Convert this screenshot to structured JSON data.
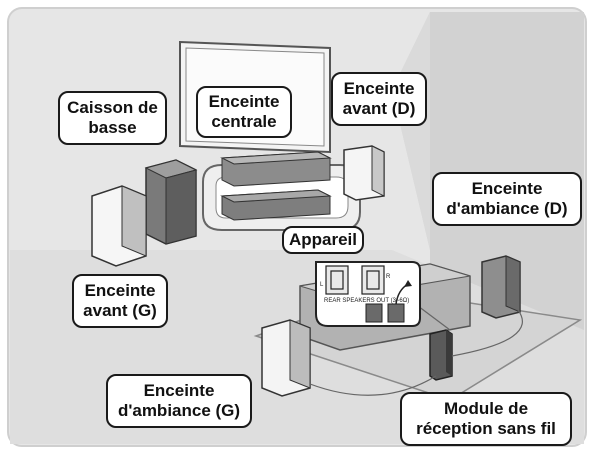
{
  "labels": {
    "subwoofer": [
      "Caisson de",
      "basse"
    ],
    "center": [
      "Enceinte",
      "centrale"
    ],
    "front_right": [
      "Enceinte",
      "avant (D)"
    ],
    "surround_right": [
      "Enceinte",
      "d'ambiance (D)"
    ],
    "device": [
      "Appareil"
    ],
    "front_left": [
      "Enceinte",
      "avant (G)"
    ],
    "surround_left": [
      "Enceinte",
      "d'ambiance (G)"
    ],
    "wireless_module": [
      "Module de",
      "réception sans fil"
    ]
  },
  "inset": {
    "left_marker": "L",
    "right_marker": "R",
    "caption": "REAR SPEAKERS OUT (3~6Ω)"
  }
}
